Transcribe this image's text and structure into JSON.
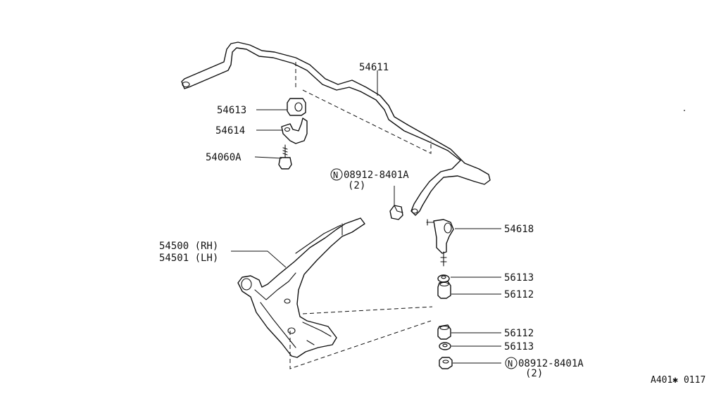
{
  "parts": {
    "stabilizer_bar": "54611",
    "bushing": "54613",
    "clamp": "54614",
    "bolt": "54060A",
    "nut_top": {
      "code": "08912-8401A",
      "qty": "(2)"
    },
    "connecting_rod": "54618",
    "washer_upper": "56113",
    "bushing_upper": "56112",
    "bushing_lower": "56112",
    "washer_lower": "56113",
    "nut_bottom": {
      "code": "08912-8401A",
      "qty": "(2)"
    },
    "arm_rh": "54500 (RH)",
    "arm_lh": "54501 (LH)"
  },
  "nut_symbol": "N",
  "footer": {
    "ref": "A401✱ 0117"
  }
}
